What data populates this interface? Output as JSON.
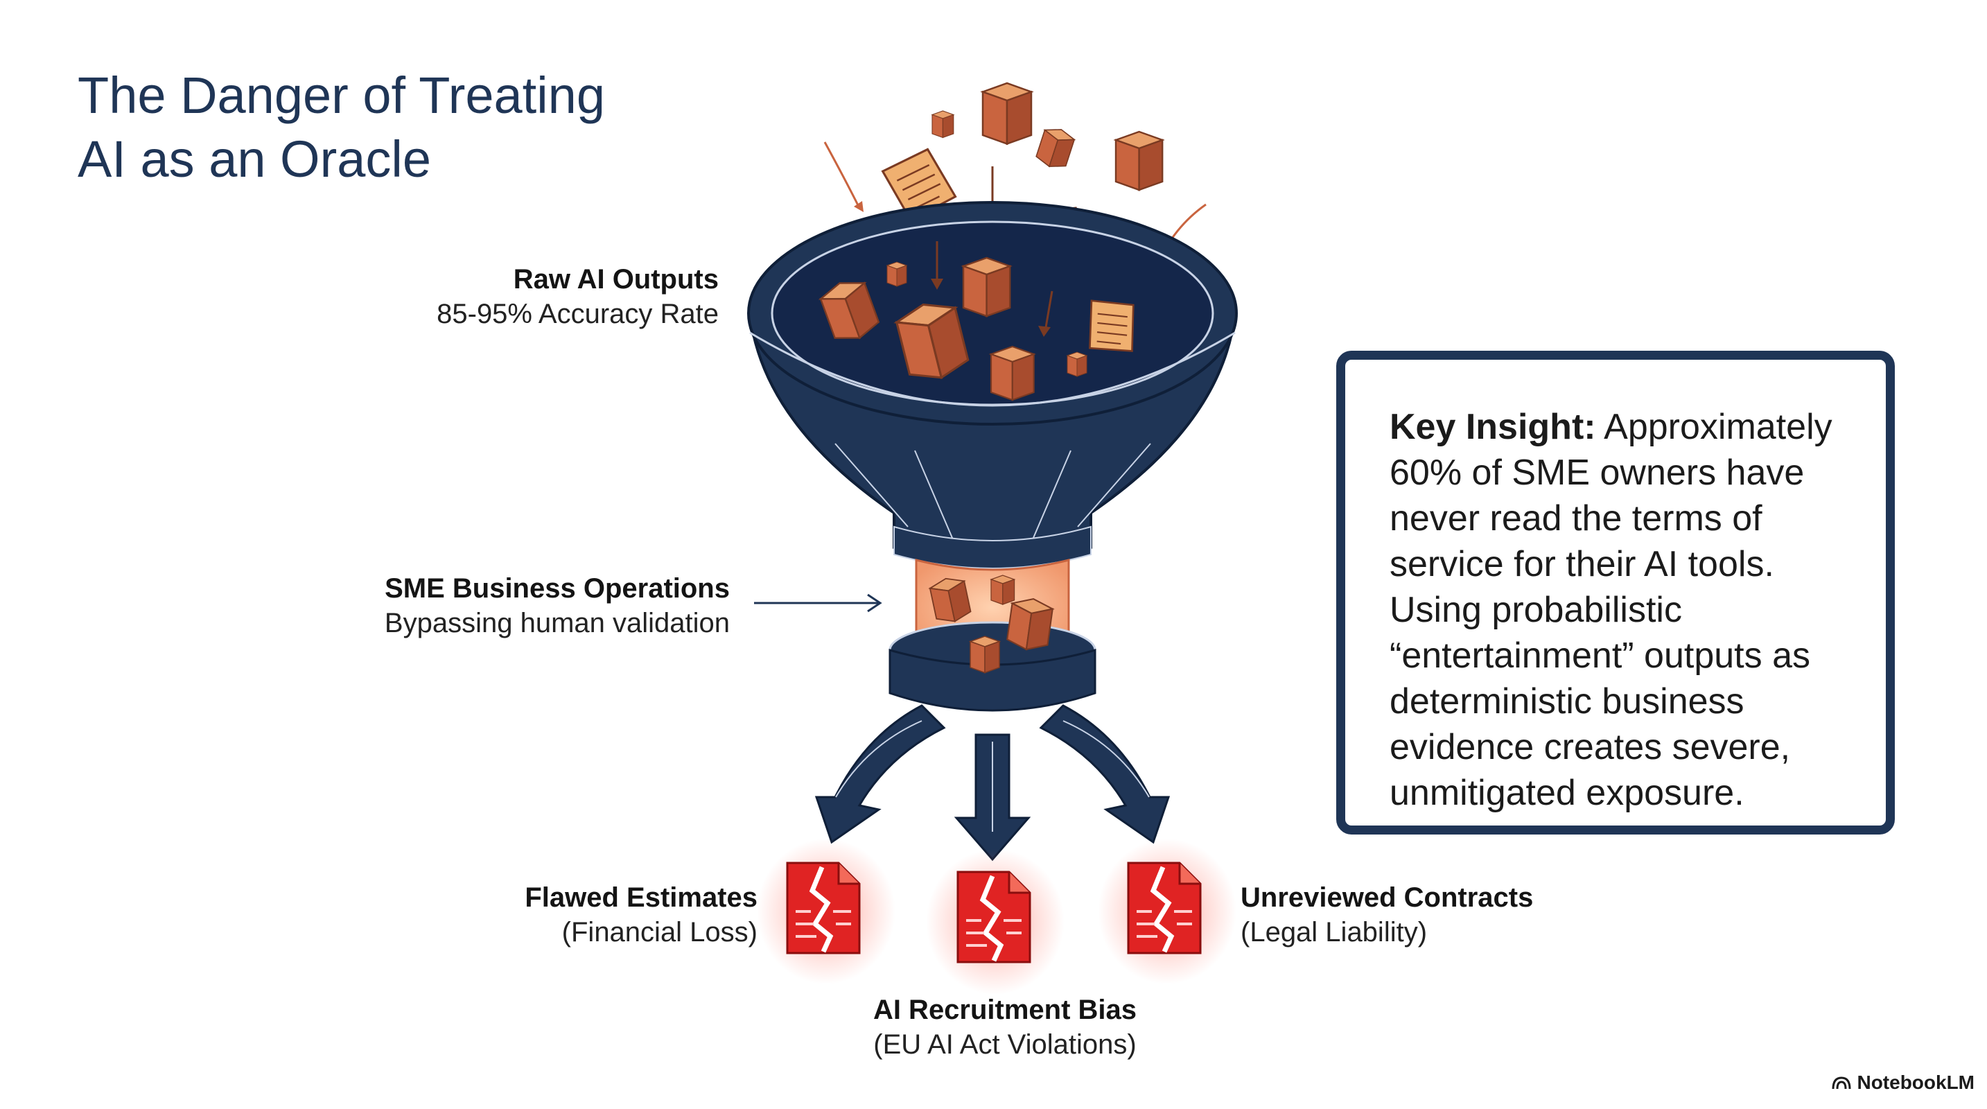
{
  "title": {
    "line1": "The Danger of Treating",
    "line2": "AI as an Oracle"
  },
  "funnel": {
    "input": {
      "head": "Raw AI Outputs",
      "sub": "85-95% Accuracy Rate"
    },
    "throat": {
      "head": "SME Business Operations",
      "sub": "Bypassing human validation"
    }
  },
  "outcomes": [
    {
      "head": "Flawed Estimates",
      "sub": "(Financial Loss)"
    },
    {
      "head": "AI Recruitment Bias",
      "sub": "(EU AI Act Violations)"
    },
    {
      "head": "Unreviewed Contracts",
      "sub": "(Legal Liability)"
    }
  ],
  "insight": {
    "lead": "Key Insight:",
    "body": " Approximately 60% of SME owners have never read the terms of service for their AI tools. Using probabilistic “entertainment” outputs as deterministic business evidence creates severe, unmitigated exposure."
  },
  "brand": {
    "name": "NotebookLM"
  },
  "colors": {
    "navy": "#1f3556",
    "cube": "#c9643f",
    "cube_light": "#e9a06b",
    "danger_red": "#d62828",
    "glow": "#ff8a6a"
  },
  "icons": [
    "funnel-icon",
    "cube-icon",
    "document-icon",
    "broken-document-icon",
    "arrow-icon",
    "notebooklm-logo-icon"
  ]
}
